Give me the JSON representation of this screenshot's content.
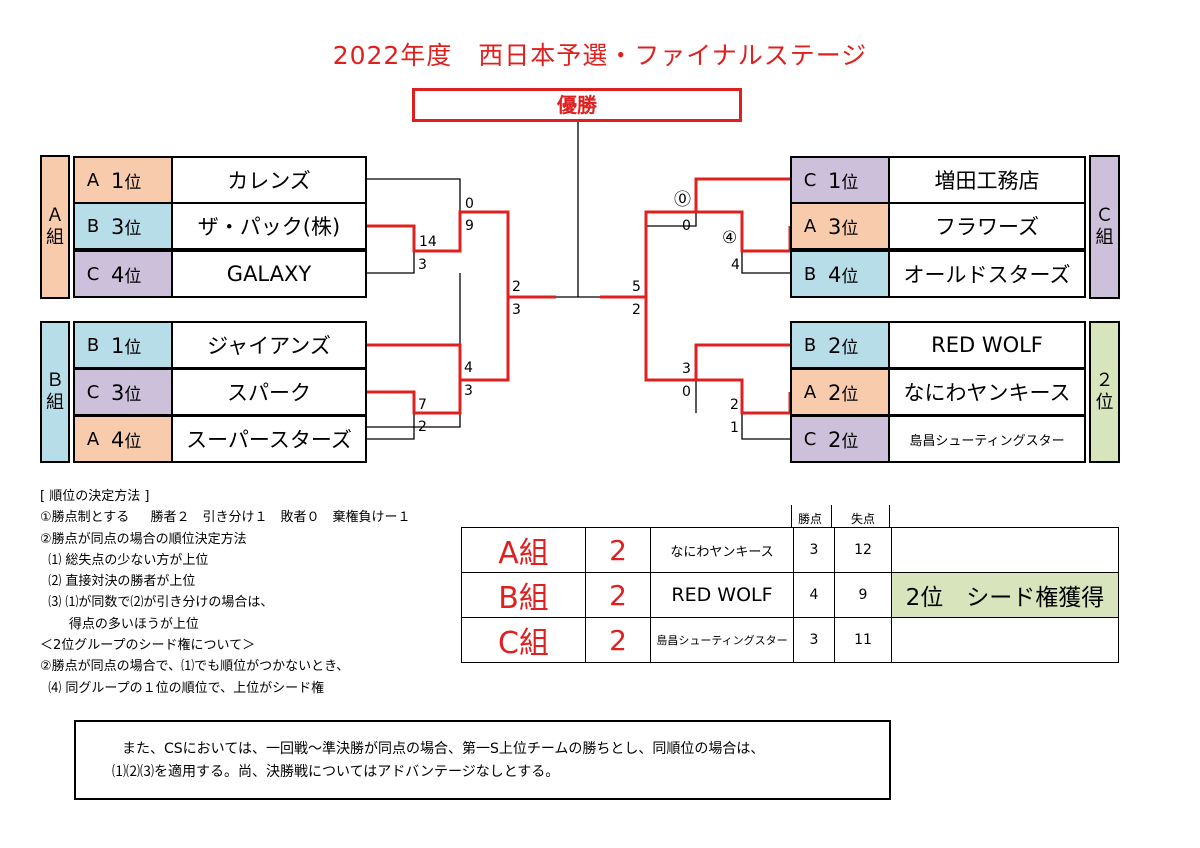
{
  "title": "2022年度　西日本予選・ファイナルステージ",
  "champion_label": "優勝",
  "groups": {
    "a": [
      "Ａ",
      "組"
    ],
    "b": [
      "Ｂ",
      "組"
    ],
    "c": [
      "Ｃ",
      "組"
    ],
    "second": [
      "２",
      "位"
    ]
  },
  "teams": [
    {
      "group": "A",
      "rank": "1",
      "rank_suffix": "位",
      "name": "カレンズ"
    },
    {
      "group": "B",
      "rank": "3",
      "rank_suffix": "位",
      "name": "ザ・パック(株)"
    },
    {
      "group": "C",
      "rank": "4",
      "rank_suffix": "位",
      "name": "GALAXY"
    },
    {
      "group": "B",
      "rank": "1",
      "rank_suffix": "位",
      "name": "ジャイアンズ"
    },
    {
      "group": "C",
      "rank": "3",
      "rank_suffix": "位",
      "name": "スパーク"
    },
    {
      "group": "A",
      "rank": "4",
      "rank_suffix": "位",
      "name": "スーパースターズ"
    },
    {
      "group": "C",
      "rank": "1",
      "rank_suffix": "位",
      "name": "増田工務店"
    },
    {
      "group": "A",
      "rank": "3",
      "rank_suffix": "位",
      "name": "フラワーズ"
    },
    {
      "group": "B",
      "rank": "4",
      "rank_suffix": "位",
      "name": "オールドスターズ"
    },
    {
      "group": "B",
      "rank": "2",
      "rank_suffix": "位",
      "name": "RED WOLF"
    },
    {
      "group": "A",
      "rank": "2",
      "rank_suffix": "位",
      "name": "なにわヤンキース"
    },
    {
      "group": "C",
      "rank": "2",
      "rank_suffix": "位",
      "name": "島昌シューティングスター"
    }
  ],
  "scores": {
    "l_r1_top_w": "14",
    "l_r1_top_l": "3",
    "l_r2_top_a": "0",
    "l_r2_top_b": "9",
    "l_r1_bot_a": "7",
    "l_r1_bot_b": "2",
    "l_r2_bot_a": "4",
    "l_r2_bot_b": "3",
    "l_semi_a": "2",
    "l_semi_b": "3",
    "r_semi_a": "5",
    "r_semi_b": "2",
    "r_r2_top_a": "⓪",
    "r_r2_top_b": "0",
    "r_r1_top_a": "④",
    "r_r1_top_b": "4",
    "r_r2_bot_a": "3",
    "r_r2_bot_b": "0",
    "r_r1_bot_a": "2",
    "r_r1_bot_b": "1"
  },
  "rules": [
    "[ 順位の決定方法 ]",
    "①勝点制とする　  勝者２　引き分け１　敗者０　棄権負けー１",
    "②勝点が同点の場合の順位決定方法",
    "  ⑴ 総失点の少ない方が上位",
    "  ⑵ 直接対決の勝者が上位",
    "  ⑶ ⑴が同数で⑵が引き分けの場合は、",
    "       得点の多いほうが上位",
    "＜2位グループのシード権について＞",
    "②勝点が同点の場合で、⑴でも順位がつかないとき、",
    "  ⑷ 同グループの１位の順位で、上位がシード権"
  ],
  "table": {
    "headers": {
      "points": "勝点",
      "conceded": "失点"
    },
    "rows": [
      {
        "group": "A組",
        "points": "2",
        "team": "なにわヤンキース",
        "win_pts": "3",
        "conceded": "12",
        "seed": ""
      },
      {
        "group": "B組",
        "points": "2",
        "team": "RED WOLF",
        "win_pts": "4",
        "conceded": "9",
        "seed": "2位　シード権獲得"
      },
      {
        "group": "C組",
        "points": "2",
        "team": "島昌シューティングスター",
        "win_pts": "3",
        "conceded": "11",
        "seed": ""
      }
    ]
  },
  "note": [
    "また、CSにおいては、一回戦～準決勝が同点の場合、第一S上位チームの勝ちとし、同順位の場合は、",
    "⑴⑵⑶を適用する。尚、決勝戦についてはアドバンテージなしとする。"
  ],
  "colors": {
    "red": "#e0201f",
    "group_a": "#f8cbad",
    "group_b": "#b7dde8",
    "group_c": "#ccc0da",
    "second": "#d8e4bc"
  }
}
